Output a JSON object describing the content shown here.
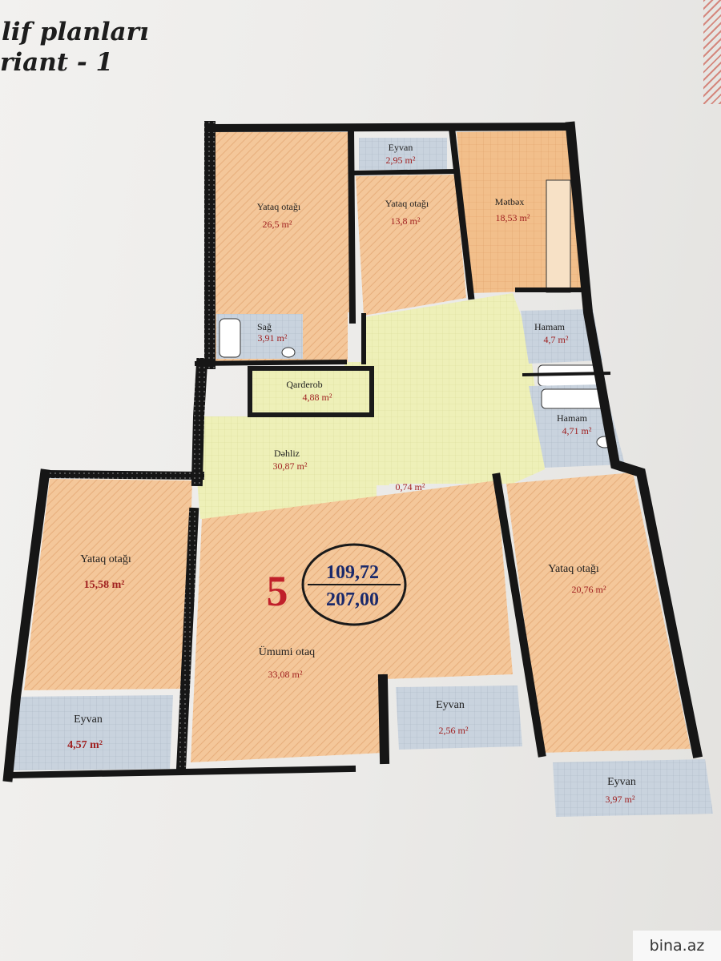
{
  "header": {
    "line1": "lif planları",
    "line2": "riant - 1"
  },
  "rooms": {
    "bedroom_top_left": {
      "name": "Yataq otağı",
      "area": "26,5 m²"
    },
    "balcony_top": {
      "name": "Eyvan",
      "area": "2,95 m²"
    },
    "bedroom_top_mid": {
      "name": "Yataq otağı",
      "area": "13,8 m²"
    },
    "kitchen": {
      "name": "Mətbəx",
      "area": "18,53 m²"
    },
    "bathroom_wc": {
      "name": "Sağ",
      "area": "3,91 m²"
    },
    "bath_1": {
      "name": "Hamam",
      "area": "4,7 m²"
    },
    "wardrobe": {
      "name": "Qarderob",
      "area": "4,88 m²"
    },
    "bath_2": {
      "name": "Hamam",
      "area": "4,71 m²"
    },
    "hallway": {
      "name": "Dəhliz",
      "area": "30,87 m²"
    },
    "closet": {
      "area": "0,74 m²"
    },
    "bedroom_left": {
      "name": "Yataq otağı",
      "area": "15,58 m²"
    },
    "bedroom_right": {
      "name": "Yataq otağı",
      "area": "20,76 m²"
    },
    "living_room": {
      "name": "Ümumi otaq",
      "area": "33,08 m²"
    },
    "balcony_left": {
      "name": "Eyvan",
      "area": "4,57 m²"
    },
    "balcony_mid": {
      "name": "Eyvan",
      "area": "2,56 m²"
    },
    "balcony_right": {
      "name": "Eyvan",
      "area": "3,97 m²"
    }
  },
  "badge": {
    "room_count": "5",
    "living_area": "109,72",
    "total_area": "207,00"
  },
  "watermark": "bina.az",
  "colors": {
    "wood": "#f4c79a",
    "tile": "#f1dfa6",
    "balcony": "#c9d3de",
    "wall": "#161616",
    "area_text": "#a02020",
    "badge_number": "#c0202a",
    "badge_area": "#1b2a6b"
  }
}
